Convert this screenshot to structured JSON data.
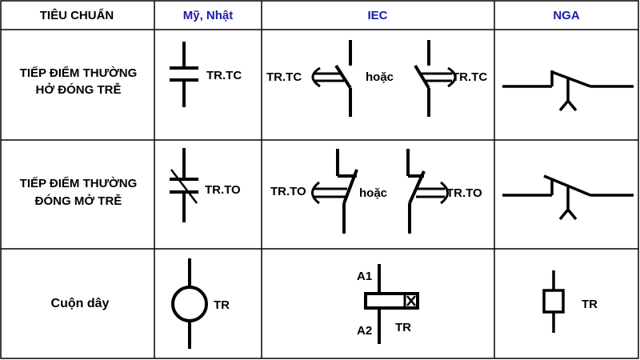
{
  "header": {
    "col_standard": "TIÊU CHUẨN",
    "col_us_jp": "Mỹ, Nhật",
    "col_iec": "IEC",
    "col_russia": "NGA"
  },
  "rows": [
    {
      "category_line1": "TIẾP ĐIỂM THƯỜNG",
      "category_line2": "HỞ ĐÓNG TRỄ",
      "us_label": "TR.TC",
      "iec_label_left": "TR.TC",
      "iec_or": "hoặc",
      "iec_label_right": "TR.TC"
    },
    {
      "category_line1": "TIẾP ĐIỂM THƯỜNG",
      "category_line2": "ĐÓNG MỞ TRỄ",
      "us_label": "TR.TO",
      "iec_label_left": "TR.TO",
      "iec_or": "hoặc",
      "iec_label_right": "TR.TO"
    },
    {
      "category_line1": "Cuộn dây",
      "us_label": "TR",
      "iec_terminal_top": "A1",
      "iec_terminal_bottom": "A2",
      "iec_label": "TR",
      "russia_label": "TR"
    }
  ],
  "colors": {
    "grid": "#000000",
    "header_text": "#000000",
    "header_blue": "#1a1aa8"
  },
  "icons": [
    "timer-contact-no-delay-on-icon",
    "timer-contact-nc-delay-off-icon",
    "coil-icon"
  ]
}
